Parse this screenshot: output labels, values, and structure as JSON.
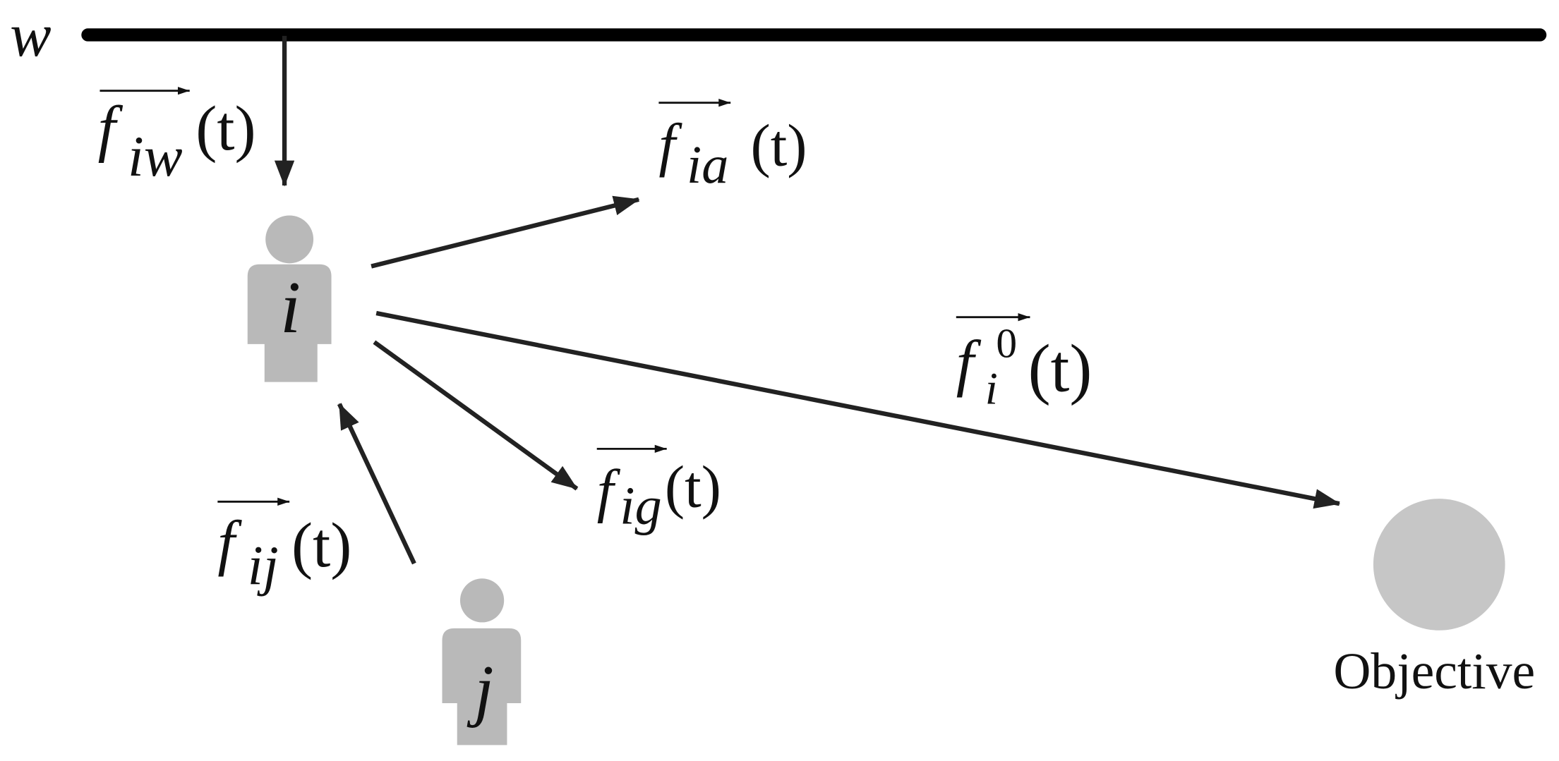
{
  "wall": {
    "label": "w"
  },
  "agents": {
    "i": {
      "label": "i"
    },
    "j": {
      "label": "j"
    }
  },
  "objective": {
    "label": "Objective"
  },
  "forces": {
    "wall": {
      "base": "f",
      "sub": "iw",
      "arg": "(t)"
    },
    "a": {
      "base": "f",
      "sub": "ia",
      "arg": "(t)"
    },
    "desired": {
      "base": "f",
      "sub": "i",
      "sup": "0",
      "arg": "(t)"
    },
    "g": {
      "base": "f",
      "sub": "ig",
      "arg": "(t)"
    },
    "j": {
      "base": "f",
      "sub": "ij",
      "arg": "(t)"
    }
  },
  "colors": {
    "agent": "#b9b9b9",
    "objective": "#c6c6c6",
    "ink": "#222222"
  }
}
